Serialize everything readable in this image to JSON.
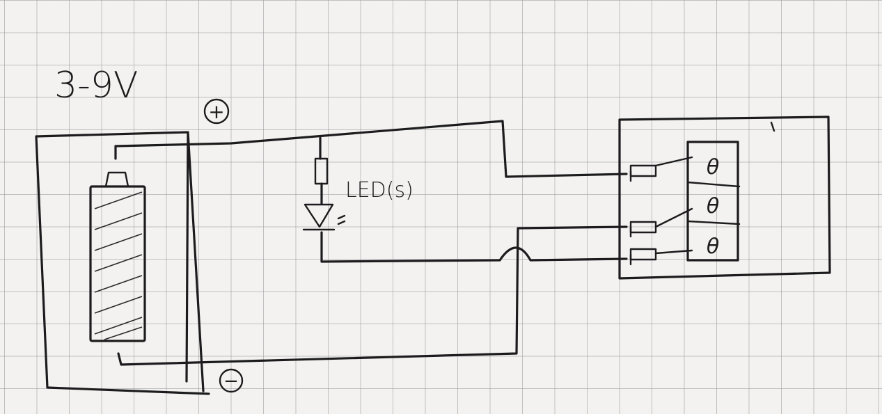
{
  "sketch": {
    "voltage_label": "3-9V",
    "plus_symbol": "+",
    "minus_symbol": "−",
    "led_label": "LED(s)",
    "switch_symbols": [
      "θ",
      "θ",
      "θ"
    ]
  }
}
